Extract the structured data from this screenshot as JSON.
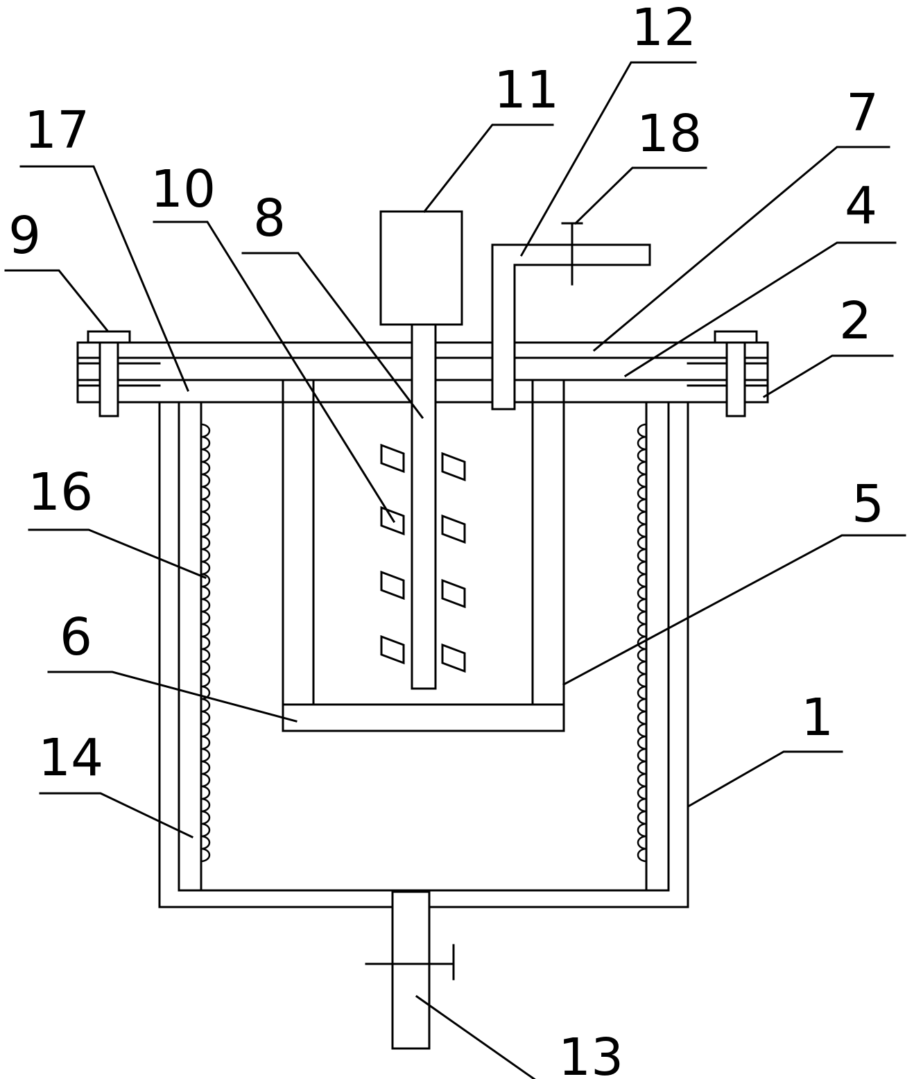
{
  "diagram": {
    "labels": {
      "l1": "1",
      "l2": "2",
      "l4": "4",
      "l5": "5",
      "l6": "6",
      "l7": "7",
      "l8": "8",
      "l9": "9",
      "l10": "10",
      "l11": "11",
      "l12": "12",
      "l13": "13",
      "l14": "14",
      "l16": "16",
      "l17": "17",
      "l18": "18"
    }
  }
}
